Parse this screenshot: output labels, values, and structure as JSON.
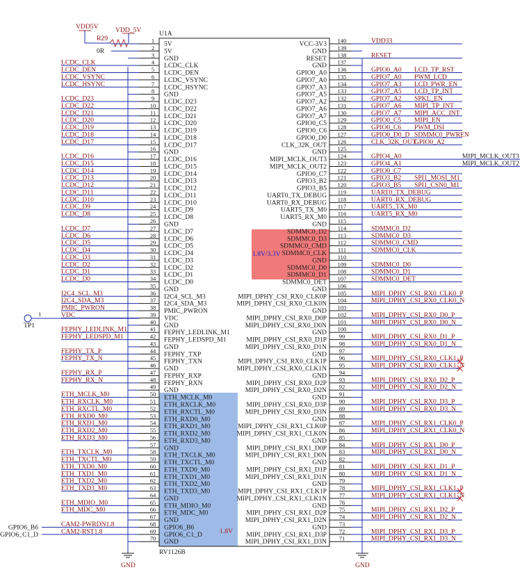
{
  "part": {
    "ref": "U1A",
    "value": "RV1126B"
  },
  "power": {
    "vdd5v": "VDD5V",
    "vdd_5v": "VDD_5V",
    "r29": "R29",
    "r29_val": "0R",
    "gnd": "GND"
  },
  "tp": {
    "ref": "TP1",
    "pin": "1"
  },
  "annotations": {
    "sdmmc_voltage": "1.8V/3.3V",
    "eth_voltage": "1.8V"
  },
  "left_pins": [
    {
      "n": "1",
      "name": "5V",
      "net": ""
    },
    {
      "n": "2",
      "name": "5V",
      "net": ""
    },
    {
      "n": "3",
      "name": "GND",
      "net": ""
    },
    {
      "n": "4",
      "name": "LCDC_CLK",
      "net": "LCDC_CLK"
    },
    {
      "n": "5",
      "name": "LCDC_DEN",
      "net": "LCDC_DEN"
    },
    {
      "n": "6",
      "name": "LCDC_VSYNC",
      "net": "LCDC_VSYNC"
    },
    {
      "n": "7",
      "name": "LCDC_HSYNC",
      "net": "LCDC_HSYNC"
    },
    {
      "n": "8",
      "name": "GND",
      "net": ""
    },
    {
      "n": "9",
      "name": "LCDC_D23",
      "net": "LCDC_D23"
    },
    {
      "n": "10",
      "name": "LCDC_D22",
      "net": "LCDC_D22"
    },
    {
      "n": "11",
      "name": "LCDC_D21",
      "net": "LCDC_D21"
    },
    {
      "n": "12",
      "name": "LCDC_D20",
      "net": "LCDC_D20"
    },
    {
      "n": "13",
      "name": "LCDC_D19",
      "net": "LCDC_D19"
    },
    {
      "n": "14",
      "name": "LCDC_D18",
      "net": "LCDC_D18"
    },
    {
      "n": "15",
      "name": "LCDC_D17",
      "net": "LCDC_D17"
    },
    {
      "n": "16",
      "name": "GND",
      "net": ""
    },
    {
      "n": "17",
      "name": "LCDC_D16",
      "net": "LCDC_D16"
    },
    {
      "n": "18",
      "name": "LCDC_D15",
      "net": "LCDC_D15"
    },
    {
      "n": "19",
      "name": "LCDC_D14",
      "net": "LCDC_D14"
    },
    {
      "n": "20",
      "name": "LCDC_D13",
      "net": "LCDC_D13"
    },
    {
      "n": "21",
      "name": "LCDC_D12",
      "net": "LCDC_D12"
    },
    {
      "n": "22",
      "name": "LCDC_D11",
      "net": "LCDC_D11"
    },
    {
      "n": "23",
      "name": "LCDC_D10",
      "net": "LCDC_D10"
    },
    {
      "n": "24",
      "name": "LCDC_D9",
      "net": "LCDC_D9"
    },
    {
      "n": "25",
      "name": "LCDC_D8",
      "net": "LCDC_D8"
    },
    {
      "n": "26",
      "name": "GND",
      "net": ""
    },
    {
      "n": "27",
      "name": "LCDC_D7",
      "net": "LCDC_D7"
    },
    {
      "n": "28",
      "name": "LCDC_D6",
      "net": "LCDC_D6"
    },
    {
      "n": "29",
      "name": "LCDC_D5",
      "net": "LCDC_D5"
    },
    {
      "n": "30",
      "name": "LCDC_D4",
      "net": "LCDC_D4"
    },
    {
      "n": "31",
      "name": "LCDC_D3",
      "net": "LCDC_D3"
    },
    {
      "n": "32",
      "name": "LCDC_D2",
      "net": "LCDC_D2"
    },
    {
      "n": "33",
      "name": "LCDC_D1",
      "net": "LCDC_D1"
    },
    {
      "n": "34",
      "name": "LCDC_D0",
      "net": "LCDC_D0"
    },
    {
      "n": "35",
      "name": "GND",
      "net": ""
    },
    {
      "n": "36",
      "name": "I2C4_SCL_M3",
      "net": "I2C4_SCL_M3"
    },
    {
      "n": "37",
      "name": "I2C4_SDA_M3",
      "net": "I2C4_SDA_M3"
    },
    {
      "n": "38",
      "name": "PMIC_PWRON",
      "net": "PMIC_PWRON"
    },
    {
      "n": "39",
      "name": "VDC",
      "net": "VDC"
    },
    {
      "n": "40",
      "name": "GND",
      "net": ""
    },
    {
      "n": "41",
      "name": "FEPHY_LEDLINK_M1",
      "net": "FEPHY_LEDLINK_M1"
    },
    {
      "n": "42",
      "name": "FEPHY_LEDSPD_M1",
      "net": "FEPHY_LEDSPD_M1"
    },
    {
      "n": "43",
      "name": "GND",
      "net": ""
    },
    {
      "n": "44",
      "name": "FEPHY_TXP",
      "net": "FEPHY_TX_P"
    },
    {
      "n": "45",
      "name": "FEPHY_TXN",
      "net": "FEPHY_TX_N"
    },
    {
      "n": "46",
      "name": "GND",
      "net": ""
    },
    {
      "n": "47",
      "name": "FEPHY_RXP",
      "net": "FEPHY_RX_P"
    },
    {
      "n": "48",
      "name": "FEPHY_RXN",
      "net": "FEPHY_RX_N"
    },
    {
      "n": "49",
      "name": "GND",
      "net": ""
    },
    {
      "n": "50",
      "name": "ETH_MCLK_M0",
      "net": "ETH_MCLK_M0"
    },
    {
      "n": "51",
      "name": "ETH_RXCLK_M0",
      "net": "ETH_RXCLK_M0"
    },
    {
      "n": "52",
      "name": "ETH_RXCTL_M0",
      "net": "ETH_RXCTL_M0"
    },
    {
      "n": "53",
      "name": "ETH_RXD0_M0",
      "net": "ETH_RXD0_M0"
    },
    {
      "n": "54",
      "name": "ETH_RXD1_M0",
      "net": "ETH_RXD1_M0"
    },
    {
      "n": "55",
      "name": "ETH_RXD2_M0",
      "net": "ETH_RXD2_M0"
    },
    {
      "n": "56",
      "name": "ETH_RXD3_M0",
      "net": "ETH_RXD3_M0"
    },
    {
      "n": "57",
      "name": "GND",
      "net": ""
    },
    {
      "n": "58",
      "name": "ETH_TXCLK_M0",
      "net": "ETH_TXCLK_M0"
    },
    {
      "n": "59",
      "name": "ETH_TXCTL_M0",
      "net": "ETH_TXCTL_M0"
    },
    {
      "n": "60",
      "name": "ETH_TXD0_M0",
      "net": "ETH_TXD0_M0"
    },
    {
      "n": "61",
      "name": "ETH_TXD1_M0",
      "net": "ETH_TXD1_M0"
    },
    {
      "n": "62",
      "name": "ETH_TXD2_M0",
      "net": "ETH_TXD2_M0"
    },
    {
      "n": "63",
      "name": "ETH_TXD3_M0",
      "net": "ETH_TXD3_M0"
    },
    {
      "n": "64",
      "name": "GND",
      "net": ""
    },
    {
      "n": "65",
      "name": "ETH_MDIO_M0",
      "net": "ETH_MDIO_M0"
    },
    {
      "n": "66",
      "name": "ETH_MDC_M0",
      "net": "ETH_MDC_M0"
    },
    {
      "n": "67",
      "name": "GND",
      "net": ""
    },
    {
      "n": "68",
      "name": "GPIO6_B6",
      "net": "CAM2-PWRDN1.8",
      "ext": "GPIO6_B6"
    },
    {
      "n": "69",
      "name": "GPIO6_C1_D",
      "net": "CAM2-RST1.8",
      "ext": "GPIO6_C1_D"
    },
    {
      "n": "70",
      "name": "GND",
      "net": ""
    }
  ],
  "right_pins": [
    {
      "n": "140",
      "name": "VCC-3V3",
      "net": "VDD33",
      "net2": ""
    },
    {
      "n": "139",
      "name": "GND",
      "net": "",
      "net2": ""
    },
    {
      "n": "138",
      "name": "RESET",
      "net": "RESET",
      "net2": ""
    },
    {
      "n": "137",
      "name": "GND",
      "net": "",
      "net2": ""
    },
    {
      "n": "136",
      "name": "GPIO0_A0",
      "net": "GPIO0_A0",
      "net2": "LCD_TP_RST"
    },
    {
      "n": "135",
      "name": "GPIO7_A0",
      "net": "GPIO7_A0",
      "net2": "PWM_LCD"
    },
    {
      "n": "134",
      "name": "GPIO7_A3",
      "net": "GPIO7_A3",
      "net2": "LCD_PWR_EN"
    },
    {
      "n": "133",
      "name": "GPIO7_A5",
      "net": "GPIO7_A5",
      "net2": "LCD_TP_INT"
    },
    {
      "n": "132",
      "name": "GPIO7_A2",
      "net": "GPIO7_A2",
      "net2": "SPKL_EN"
    },
    {
      "n": "131",
      "name": "GPIO7_A6",
      "net": "GPIO7_A6",
      "net2": "MIPI_TP_INT"
    },
    {
      "n": "130",
      "name": "GPIO7_A7",
      "net": "GPIO7_A7",
      "net2": "MIPI_ACC_INT"
    },
    {
      "n": "129",
      "name": "GPIO0_C5",
      "net": "GPIO0_C5",
      "net2": "MIPI_EN"
    },
    {
      "n": "128",
      "name": "GPIO0_C6",
      "net": "GPIO0_C6",
      "net2": "PWM_DSI"
    },
    {
      "n": "127",
      "name": "GPIO0_D0",
      "net": "GPIO0_D0_D",
      "net2": "SDMMC0_PWREN"
    },
    {
      "n": "126",
      "name": "CLK_32K_OUT",
      "net": "CLK_32K_OUT",
      "net2": "GPIO0_A2"
    },
    {
      "n": "125",
      "name": "GND",
      "net": "",
      "net2": ""
    },
    {
      "n": "124",
      "name": "MIPI_MCLK_OUT3",
      "net": "GPIO4_A0",
      "net2": "",
      "ext": "MIPI_MCLK_OUT3"
    },
    {
      "n": "123",
      "name": "MIPI_MCLK_OUT2",
      "net": "GPIO4_A1",
      "net2": "",
      "ext": "MIPI_MCLK_OUT2"
    },
    {
      "n": "122",
      "name": "GPIO0_C7",
      "net": "GPIO0_C7",
      "net2": ""
    },
    {
      "n": "121",
      "name": "GPIO3_B2",
      "net": "GPIO3_B2",
      "net2": "SPI1_MOSI_M1"
    },
    {
      "n": "120",
      "name": "GPIO3_B5",
      "net": "GPIO3_B5",
      "net2": "SPI1_CSN0_M1"
    },
    {
      "n": "119",
      "name": "UART0_TX_DEBUG",
      "net": "UART0_TX_DEBUG",
      "net2": ""
    },
    {
      "n": "118",
      "name": "UART0_RX_DEBUG",
      "net": "UART0_RX_DEBUG",
      "net2": ""
    },
    {
      "n": "117",
      "name": "UART5_TX_M0",
      "net": "UART5_TX_M0",
      "net2": ""
    },
    {
      "n": "116",
      "name": "UART5_RX_M0",
      "net": "UART5_RX_M0",
      "net2": ""
    },
    {
      "n": "115",
      "name": "GND",
      "net": "",
      "net2": ""
    },
    {
      "n": "114",
      "name": "SDMMC0_D2",
      "net": "SDMMC0_D2",
      "net2": ""
    },
    {
      "n": "113",
      "name": "SDMMC0_D3",
      "net": "SDMMC0_D3",
      "net2": ""
    },
    {
      "n": "112",
      "name": "SDMMC0_CMD",
      "net": "SDMMC0_CMD",
      "net2": ""
    },
    {
      "n": "111",
      "name": "SDMMC0_CLK",
      "net": "SDMMC0_CLK",
      "net2": ""
    },
    {
      "n": "110",
      "name": "GND",
      "net": "",
      "net2": ""
    },
    {
      "n": "109",
      "name": "SDMMC0_D0",
      "net": "SDMMC0_D0",
      "net2": ""
    },
    {
      "n": "108",
      "name": "SDMMC0_D1",
      "net": "SDMMC0_D1",
      "net2": ""
    },
    {
      "n": "107",
      "name": "SDMMC0_DET",
      "net": "SDMMC0_DET",
      "net2": ""
    },
    {
      "n": "106",
      "name": "GND",
      "net": "",
      "net2": ""
    },
    {
      "n": "105",
      "name": "MIPI_DPHY_CSI_RX0_CLK0P",
      "net": "MIPI_DPHY_CSI_RX0_CLK0_P",
      "net2": ""
    },
    {
      "n": "104",
      "name": "MIPI_DPHY_CSI_RX0_CLK0N",
      "net": "MIPI_DPHY_CSI_RX0_CLK0_N",
      "net2": ""
    },
    {
      "n": "103",
      "name": "GND",
      "net": "",
      "net2": ""
    },
    {
      "n": "102",
      "name": "MIPI_DPHY_CSI_RX0_D0P",
      "net": "MIPI_DPHY_CSI_RX0_D0_P",
      "net2": ""
    },
    {
      "n": "101",
      "name": "MIPI_DPHY_CSI_RX0_D0N",
      "net": "MIPI_DPHY_CSI_RX0_D0_N",
      "net2": ""
    },
    {
      "n": "100",
      "name": "GND",
      "net": "",
      "net2": ""
    },
    {
      "n": "99",
      "name": "MIPI_DPHY_CSI_RX0_D1P",
      "net": "MIPI_DPHY_CSI_RX0_D1_P",
      "net2": ""
    },
    {
      "n": "98",
      "name": "MIPI_DPHY_CSI_RX0_D1N",
      "net": "MIPI_DPHY_CSI_RX0_D1_N",
      "net2": ""
    },
    {
      "n": "97",
      "name": "GND",
      "net": "",
      "net2": ""
    },
    {
      "n": "96",
      "name": "MIPI_DPHY_CSI_RX0_CLK1P",
      "net": "MIPI_DPHY_CSI_RX0_CLK1_P",
      "net2": "",
      "x": true
    },
    {
      "n": "95",
      "name": "MIPI_DPHY_CSI_RX0_CLK1N",
      "net": "MIPI_DPHY_CSI_RX0_CLK1_N",
      "net2": "",
      "x": true
    },
    {
      "n": "94",
      "name": "GND",
      "net": "",
      "net2": ""
    },
    {
      "n": "93",
      "name": "MIPI_DPHY_CSI_RX0_D2P",
      "net": "MIPI_DPHY_CSI_RX0_D2_P",
      "net2": ""
    },
    {
      "n": "92",
      "name": "MIPI_DPHY_CSI_RX0_D2N",
      "net": "MIPI_DPHY_CSI_RX0_D2_N",
      "net2": ""
    },
    {
      "n": "91",
      "name": "GND",
      "net": "",
      "net2": ""
    },
    {
      "n": "90",
      "name": "MIPI_DPHY_CSI_RX0_D3P",
      "net": "MIPI_DPHY_CSI_RX0_D3_P",
      "net2": ""
    },
    {
      "n": "89",
      "name": "MIPI_DPHY_CSI_RX0_D3N",
      "net": "MIPI_DPHY_CSI_RX0_D3_N",
      "net2": ""
    },
    {
      "n": "88",
      "name": "GND",
      "net": "",
      "net2": ""
    },
    {
      "n": "87",
      "name": "MIPI_DPHY_CSI_RX1_CLK0P",
      "net": "MIPI_DPHY_CSI_RX1_CLK0_P",
      "net2": ""
    },
    {
      "n": "86",
      "name": "MIPI_DPHY_CSI_RX1_CLK0N",
      "net": "MIPI_DPHY_CSI_RX1_CLK0_N",
      "net2": ""
    },
    {
      "n": "85",
      "name": "GND",
      "net": "",
      "net2": ""
    },
    {
      "n": "84",
      "name": "MIPI_DPHY_CSI_RX1_D0P",
      "net": "MIPI_DPHY_CSI_RX1_D0_P",
      "net2": ""
    },
    {
      "n": "83",
      "name": "MIPI_DPHY_CSI_RX1_D0N",
      "net": "MIPI_DPHY_CSI_RX1_D0_N",
      "net2": ""
    },
    {
      "n": "82",
      "name": "GND",
      "net": "",
      "net2": ""
    },
    {
      "n": "81",
      "name": "MIPI_DPHY_CSI_RX1_D1P",
      "net": "MIPI_DPHY_CSI_RX1_D1_P",
      "net2": ""
    },
    {
      "n": "80",
      "name": "MIPI_DPHY_CSI_RX1_D1N",
      "net": "MIPI_DPHY_CSI_RX1_D1_N",
      "net2": ""
    },
    {
      "n": "79",
      "name": "GND",
      "net": "",
      "net2": ""
    },
    {
      "n": "78",
      "name": "MIPI_DPHY_CSI_RX1_CLK1P",
      "net": "MIPI_DPHY_CSI_RX1_CLK1_P",
      "net2": "",
      "x": true
    },
    {
      "n": "77",
      "name": "MIPI_DPHY_CSI_RX1_CLK1N",
      "net": "MIPI_DPHY_CSI_RX1_CLK1_N",
      "net2": "",
      "x": true
    },
    {
      "n": "76",
      "name": "GND",
      "net": "",
      "net2": ""
    },
    {
      "n": "75",
      "name": "MIPI_DPHY_CSI_RX1_D2P",
      "net": "MIPI_DPHY_CSI_RX1_D2_P",
      "net2": ""
    },
    {
      "n": "74",
      "name": "MIPI_DPHY_CSI_RX1_D2N",
      "net": "MIPI_DPHY_CSI_RX1_D2_N",
      "net2": ""
    },
    {
      "n": "73",
      "name": "GND",
      "net": "",
      "net2": ""
    },
    {
      "n": "72",
      "name": "MIPI_DPHY_CSI_RX1_D3P",
      "net": "MIPI_DPHY_CSI_RX1_D3_P",
      "net2": ""
    },
    {
      "n": "71",
      "name": "MIPI_DPHY_CSI_RX1_D3N",
      "net": "MIPI_DPHY_CSI_RX1_D3_N",
      "net2": ""
    }
  ],
  "colors": {
    "wire": "#1c2aa8",
    "net_label": "#8a1010",
    "pin_label": "#1a1a1a",
    "power_symbol": "#b03030",
    "sdmmc_highlight": "#f07a7a",
    "eth_highlight": "#9dbbe6",
    "annotation_blue": "#2020c8",
    "annotation_red": "#b02020"
  }
}
